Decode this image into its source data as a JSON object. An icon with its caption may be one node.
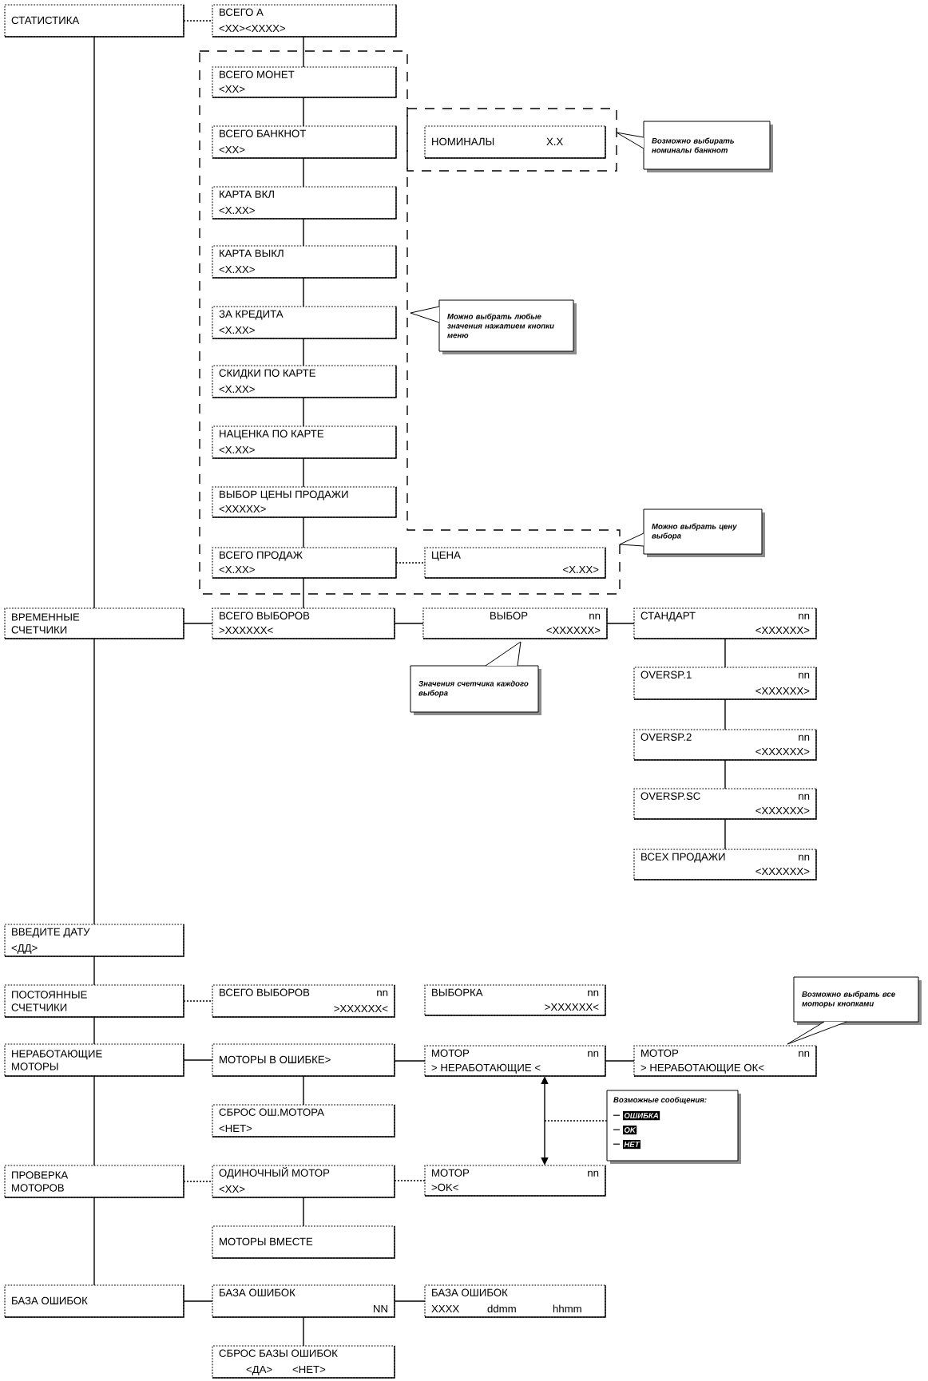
{
  "diagram": {
    "nodes": [
      {
        "text": [
          "СТАТИСТИКА"
        ]
      },
      {
        "text": [
          "ВСЕГО А",
          "<XX><XXXX>"
        ]
      },
      {
        "text": [
          "ВСЕГО МОНЕТ",
          "<XX>"
        ]
      },
      {
        "text": [
          "ВСЕГО БАНКНОТ",
          "<XX>"
        ]
      },
      {
        "text": [
          "НОМИНАЛЫ",
          "X.X"
        ]
      },
      {
        "text": [
          "Возможно выбирать номиналы банкнот"
        ]
      },
      {
        "text": [
          "КАРТА ВКЛ",
          "<X.XX>"
        ]
      },
      {
        "text": [
          "КАРТА ВЫКЛ",
          "<X.XX>"
        ]
      },
      {
        "text": [
          "ЗА КРЕДИТА",
          "<X.XX>"
        ]
      },
      {
        "text": [
          "Можно выбрать любые значения нажатием кнопки меню"
        ]
      },
      {
        "text": [
          "СКИДКИ ПО КАРТЕ",
          "<X.XX>"
        ]
      },
      {
        "text": [
          "НАЦЕНКА ПО КАРТЕ",
          "<X.XX>"
        ]
      },
      {
        "text": [
          "ВЫБОР ЦЕНЫ ПРОДАЖИ",
          "<XXXXX>"
        ]
      },
      {
        "text": [
          "Можно выбрать цену выбора"
        ]
      },
      {
        "text": [
          "ВСЕГО ПРОДАЖ",
          "<X.XX>"
        ]
      },
      {
        "text": [
          "ЦЕНА",
          "<X.XX>"
        ]
      },
      {
        "text": [
          "ВРЕМЕННЫЕ СЧЕТЧИКИ"
        ]
      },
      {
        "text": [
          "ВСЕГО ВЫБОРОВ",
          ">XXXXXX<"
        ]
      },
      {
        "text": [
          "ВЫБОР",
          "nn",
          "<XXXXXX>"
        ]
      },
      {
        "text": [
          "СТАНДАРТ",
          "nn",
          "<XXXXXX>"
        ]
      },
      {
        "text": [
          "OVERSP.1",
          "nn",
          "<XXXXXX>"
        ]
      },
      {
        "text": [
          "Значения счетчика каждого выбора"
        ]
      },
      {
        "text": [
          "OVERSP.2",
          "nn",
          "<XXXXXX>"
        ]
      },
      {
        "text": [
          "OVERSP.SC",
          "nn",
          "<XXXXXX>"
        ]
      },
      {
        "text": [
          "ВСЕХ ПРОДАЖИ",
          "nn",
          "<XXXXXX>"
        ]
      },
      {
        "text": [
          "ВВЕДИТЕ ДАТУ",
          "<ДД>"
        ]
      },
      {
        "text": [
          "ПОСТОЯННЫЕ СЧЕТЧИКИ"
        ]
      },
      {
        "text": [
          "ВСЕГО ВЫБОРОВ",
          "nn",
          ">XXXXXX<"
        ]
      },
      {
        "text": [
          "ВЫБОРКА",
          "nn",
          ">XXXXXX<"
        ]
      },
      {
        "text": [
          "Возможно выбрать все моторы кнопками"
        ]
      },
      {
        "text": [
          "НЕРАБОТАЮЩИЕ МОТОРЫ"
        ]
      },
      {
        "text": [
          "МОТОРЫ В ОШИБКЕ>"
        ]
      },
      {
        "text": [
          "МОТОР",
          "nn",
          "> НЕРАБОТАЮЩИЕ <"
        ]
      },
      {
        "text": [
          "МОТОР",
          "nn",
          "> НЕРАБОТАЮЩИЕ ОК<"
        ]
      },
      {
        "text": [
          "СБРОС ОШ.МОТОРА",
          "<НЕТ>"
        ]
      },
      {
        "text": [
          "Возможные сообщения:",
          "ОШИБКА",
          "OK",
          "НЕТ"
        ]
      },
      {
        "text": [
          "ПРОВЕРКА МОТОРОВ"
        ]
      },
      {
        "text": [
          "ОДИНОЧНЫЙ МОТОР",
          "<XX>"
        ]
      },
      {
        "text": [
          "МОТОР",
          "nn",
          ">OK<"
        ]
      },
      {
        "text": [
          "МОТОРЫ ВМЕСТЕ"
        ]
      },
      {
        "text": [
          "БАЗА ОШИБОК"
        ]
      },
      {
        "text": [
          "БАЗА ОШИБОК",
          "NN"
        ]
      },
      {
        "text": [
          "БАЗА ОШИБОК",
          "XXXX",
          "ddmm",
          "hhmm"
        ]
      },
      {
        "text": [
          "СБРОС БАЗЫ ОШИБОК",
          "<ДА>",
          "<НЕТ>"
        ]
      }
    ],
    "edges": [
      {
        "from": 0,
        "to": 1,
        "arrow": "none",
        "style": "dashed"
      },
      {
        "from": 1,
        "to": 2,
        "arrow": "none"
      },
      {
        "from": 2,
        "to": 3,
        "arrow": "none"
      },
      {
        "from": 3,
        "to": 6,
        "arrow": "none"
      },
      {
        "from": 6,
        "to": 7,
        "arrow": "none"
      },
      {
        "from": 7,
        "to": 8,
        "arrow": "none"
      },
      {
        "from": 8,
        "to": 10,
        "arrow": "none"
      },
      {
        "from": 10,
        "to": 11,
        "arrow": "none"
      },
      {
        "from": 11,
        "to": 12,
        "arrow": "none"
      },
      {
        "from": 12,
        "to": 14,
        "arrow": "none"
      },
      {
        "from": 14,
        "to": 15,
        "arrow": "none",
        "style": "dashed"
      },
      {
        "from": 14,
        "to": 17,
        "arrow": "none"
      },
      {
        "from": 0,
        "to": 16,
        "arrow": "none"
      },
      {
        "from": 16,
        "to": 17,
        "arrow": "none"
      },
      {
        "from": 17,
        "to": 18,
        "arrow": "none"
      },
      {
        "from": 18,
        "to": 19,
        "arrow": "none"
      },
      {
        "from": 19,
        "to": 20,
        "arrow": "none"
      },
      {
        "from": 20,
        "to": 22,
        "arrow": "none"
      },
      {
        "from": 22,
        "to": 23,
        "arrow": "none"
      },
      {
        "from": 23,
        "to": 24,
        "arrow": "none"
      },
      {
        "from": 16,
        "to": 25,
        "arrow": "none"
      },
      {
        "from": 25,
        "to": 26,
        "arrow": "none"
      },
      {
        "from": 26,
        "to": 27,
        "arrow": "none",
        "style": "dashed"
      },
      {
        "from": 26,
        "to": 30,
        "arrow": "none"
      },
      {
        "from": 30,
        "to": 31,
        "arrow": "none"
      },
      {
        "from": 31,
        "to": 32,
        "arrow": "none"
      },
      {
        "from": 32,
        "to": 33,
        "arrow": "none"
      },
      {
        "from": 31,
        "to": 34,
        "arrow": "none"
      },
      {
        "from": 32,
        "to": 38,
        "arrow": "both"
      },
      {
        "from": 35,
        "to": null,
        "arrow": "none",
        "style": "dashed"
      },
      {
        "from": 30,
        "to": 36,
        "arrow": "none"
      },
      {
        "from": 36,
        "to": 37,
        "arrow": "none",
        "style": "dashed"
      },
      {
        "from": 37,
        "to": 38,
        "arrow": "none",
        "style": "dashed"
      },
      {
        "from": 37,
        "to": 39,
        "arrow": "none"
      },
      {
        "from": 36,
        "to": 40,
        "arrow": "none"
      },
      {
        "from": 40,
        "to": 41,
        "arrow": "none"
      },
      {
        "from": 41,
        "to": 42,
        "arrow": "none"
      },
      {
        "from": 41,
        "to": 43,
        "arrow": "none"
      }
    ]
  }
}
